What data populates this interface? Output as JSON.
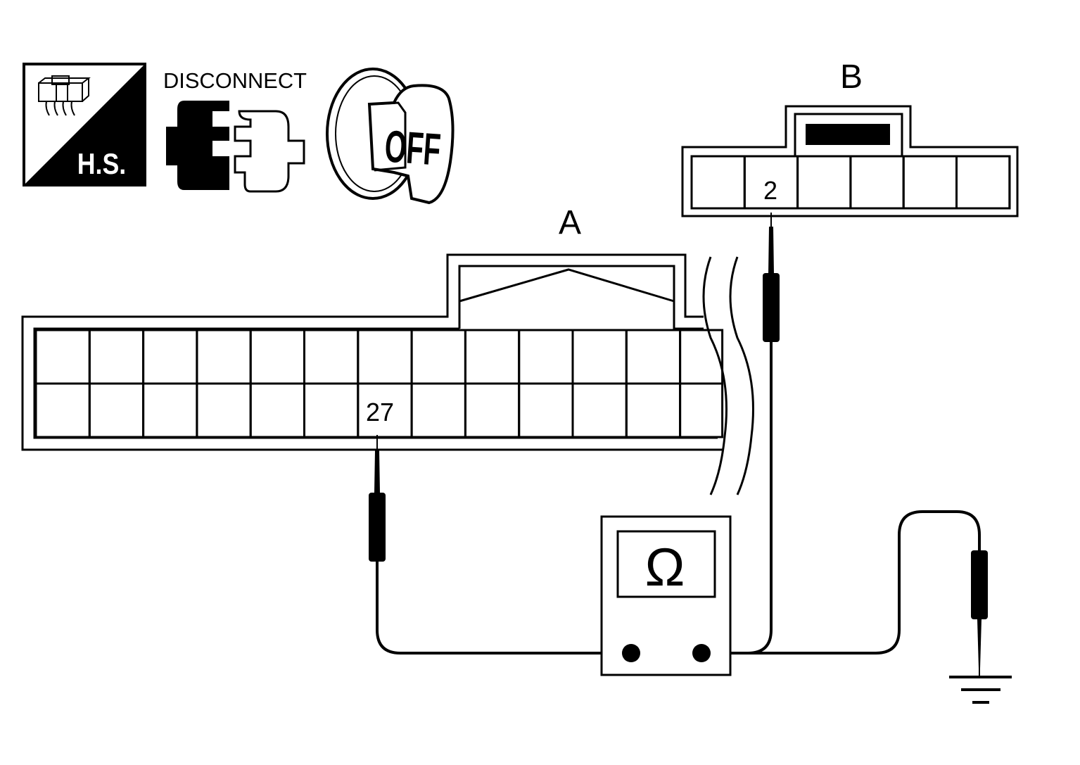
{
  "icons": {
    "harness_side": {
      "label": "H.S.",
      "icon": "harness-side-icon"
    },
    "disconnect": {
      "label": "DISCONNECT",
      "icon": "connector-disconnect-icon"
    },
    "ignition": {
      "label": "OFF",
      "icon": "ignition-key-off-icon"
    }
  },
  "connector_a": {
    "label": "A",
    "terminal": "27",
    "rows": 2,
    "cols": 13
  },
  "connector_b": {
    "label": "B",
    "terminal": "2",
    "cols": 6
  },
  "ohmmeter": {
    "symbol": "Ω"
  },
  "ground": {
    "icon": "ground-symbol-icon"
  },
  "colors": {
    "line": "#000000",
    "background": "#ffffff"
  }
}
